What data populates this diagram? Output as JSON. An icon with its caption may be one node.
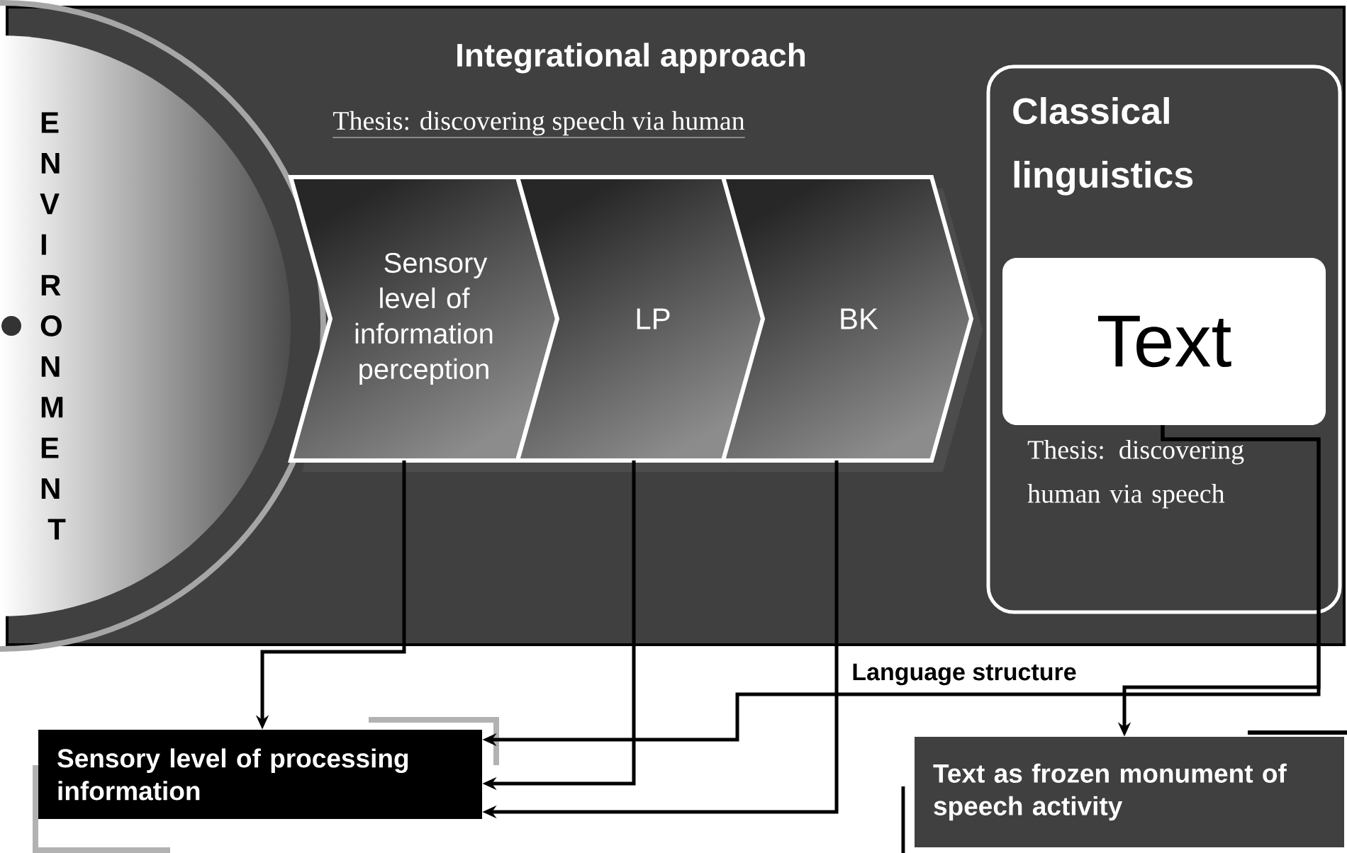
{
  "diagram": {
    "nodes": [
      {
        "text": [
          "Integrational approach",
          "Thesis: discovering speech via human"
        ]
      },
      {
        "text": [
          "ENVIRONMENT"
        ],
        "in": 0
      },
      {
        "text": [
          "Sensory level of information perception"
        ],
        "in": 0
      },
      {
        "text": [
          "LP"
        ],
        "in": 0
      },
      {
        "text": [
          "BK"
        ],
        "in": 0
      },
      {
        "text": [
          "Classical linguistics",
          "Thesis: discovering human via speech"
        ],
        "in": 0
      },
      {
        "text": [
          "Text"
        ],
        "in": 5
      },
      {
        "text": [
          "Sensory level of processing information"
        ]
      },
      {
        "text": [
          "Text as frozen monument of speech activity"
        ]
      }
    ],
    "edges": [
      {
        "from": 2,
        "to": 7,
        "arrow": "to"
      },
      {
        "from": 3,
        "to": 7,
        "arrow": "to"
      },
      {
        "from": 4,
        "to": 7,
        "arrow": "to"
      },
      {
        "from": 6,
        "to": 8,
        "arrow": "to"
      },
      {
        "from": 6,
        "to": 7,
        "arrow": "to",
        "label": "Language structure"
      }
    ]
  }
}
